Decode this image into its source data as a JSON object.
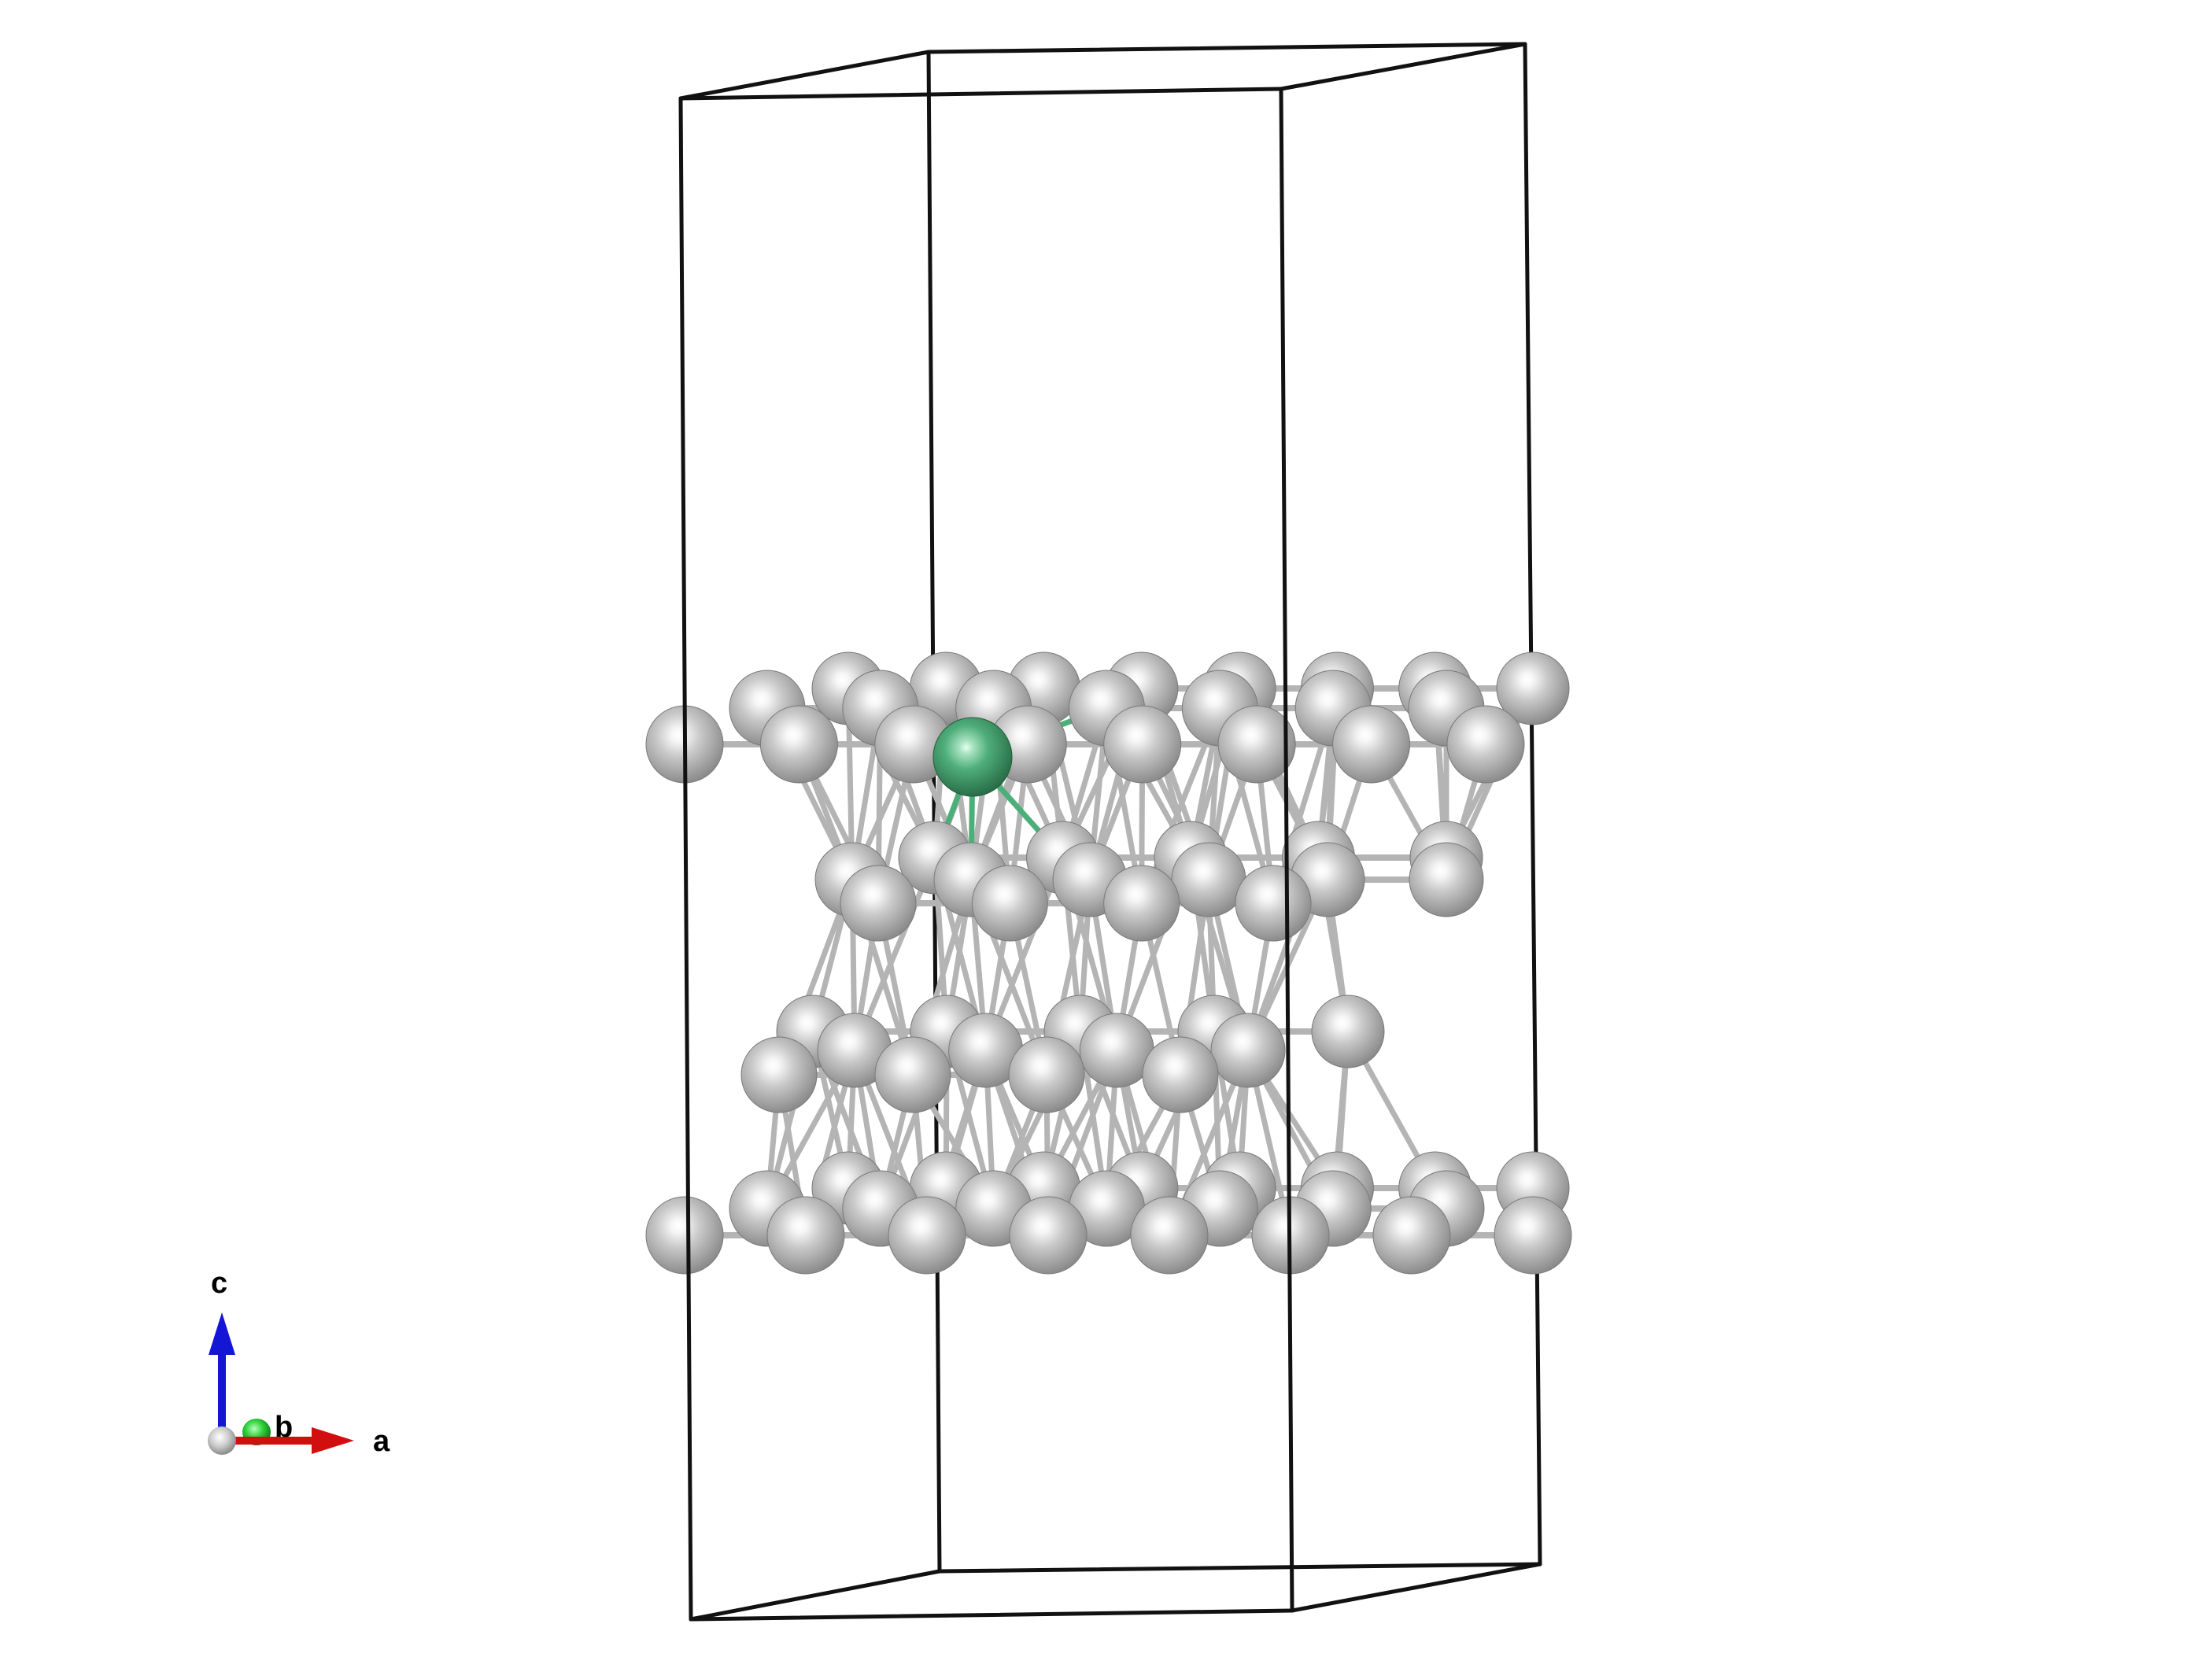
{
  "colors": {
    "background": "#ffffff",
    "cell_edge": "#111111",
    "host_atom": "#c8c8c8",
    "host_bond": "#b4b4b4",
    "dopant_atom": "#3aa06a",
    "dopant_bond": "#4caf7a",
    "axis_a": "#d10f0f",
    "axis_b": "#1fbf2a",
    "axis_c": "#1515d6"
  },
  "axes": {
    "a_label": "a",
    "b_label": "b",
    "c_label": "c"
  }
}
